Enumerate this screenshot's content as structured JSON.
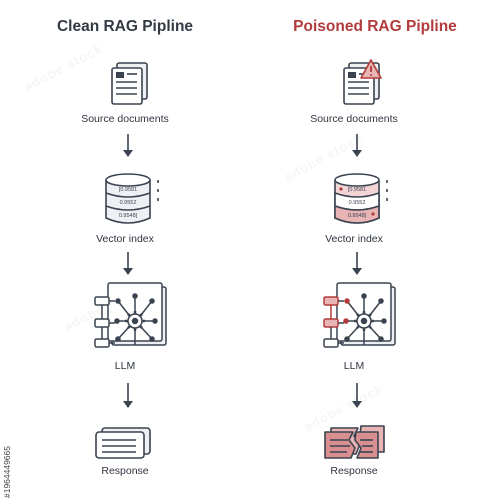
{
  "colors": {
    "outline": "#3a4350",
    "accent_red": "#b23b3b",
    "poison_fill": "#e8b4b4",
    "poison_light": "#f3d5d5",
    "doc_fill": "#eef0f3",
    "text_dark": "#333a44"
  },
  "left": {
    "title": "Clean RAG Pipline",
    "title_color": "#333a44",
    "steps": {
      "source": "Source documents",
      "vector": "Vector index",
      "llm": "LLM",
      "response": "Response"
    },
    "db_values": [
      "[0.9581",
      "0.9552",
      "0.9548]"
    ]
  },
  "right": {
    "title": "Poisoned RAG Pipline",
    "title_color": "#b23b3b",
    "steps": {
      "source": "Source documents",
      "vector": "Vector index",
      "llm": "LLM",
      "response": "Response"
    },
    "db_values": [
      "[0.9581",
      "0.9552",
      "0.9548]"
    ]
  },
  "stock_id": "#1964449665",
  "icons": {
    "documents": "documents-icon",
    "warning": "warning-icon",
    "database": "database-icon",
    "llm": "llm-network-icon",
    "response": "response-cards-icon",
    "broken_response": "broken-response-cards-icon",
    "arrow": "arrow-down-icon"
  }
}
